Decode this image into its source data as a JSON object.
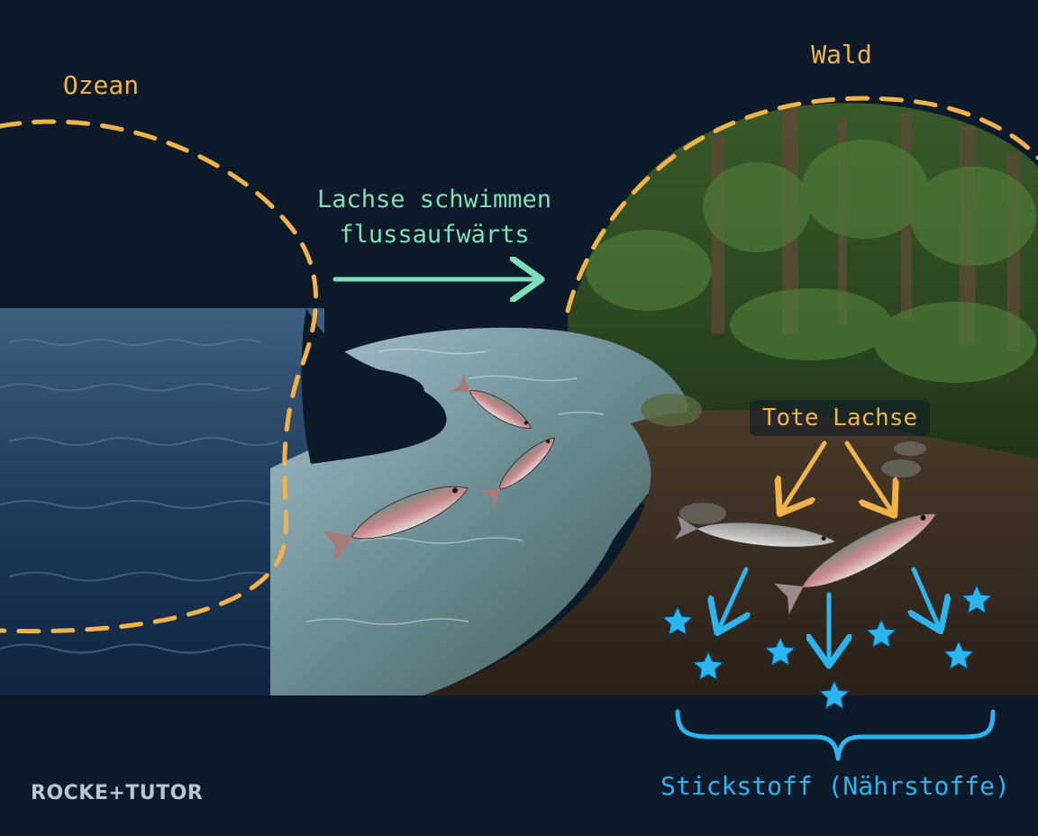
{
  "labels": {
    "ocean": "Ozean",
    "forest": "Wald",
    "migration_line1": "Lachse schwimmen",
    "migration_line2": "flussaufwärts",
    "dead_salmon": "Tote Lachse",
    "nitrogen": "Stickstoff (Nährstoffe)"
  },
  "brand": "ROCKE+TUTOR",
  "colors": {
    "background": "#0c1a2a",
    "dashed_outline": "#f2b24a",
    "migration": "#7fe0b8",
    "dead_salmon": "#f2b24a",
    "nitrogen": "#2ab4f0"
  },
  "icons": [
    "salmon-icon",
    "star-icon",
    "arrow-icon",
    "brace-icon"
  ]
}
